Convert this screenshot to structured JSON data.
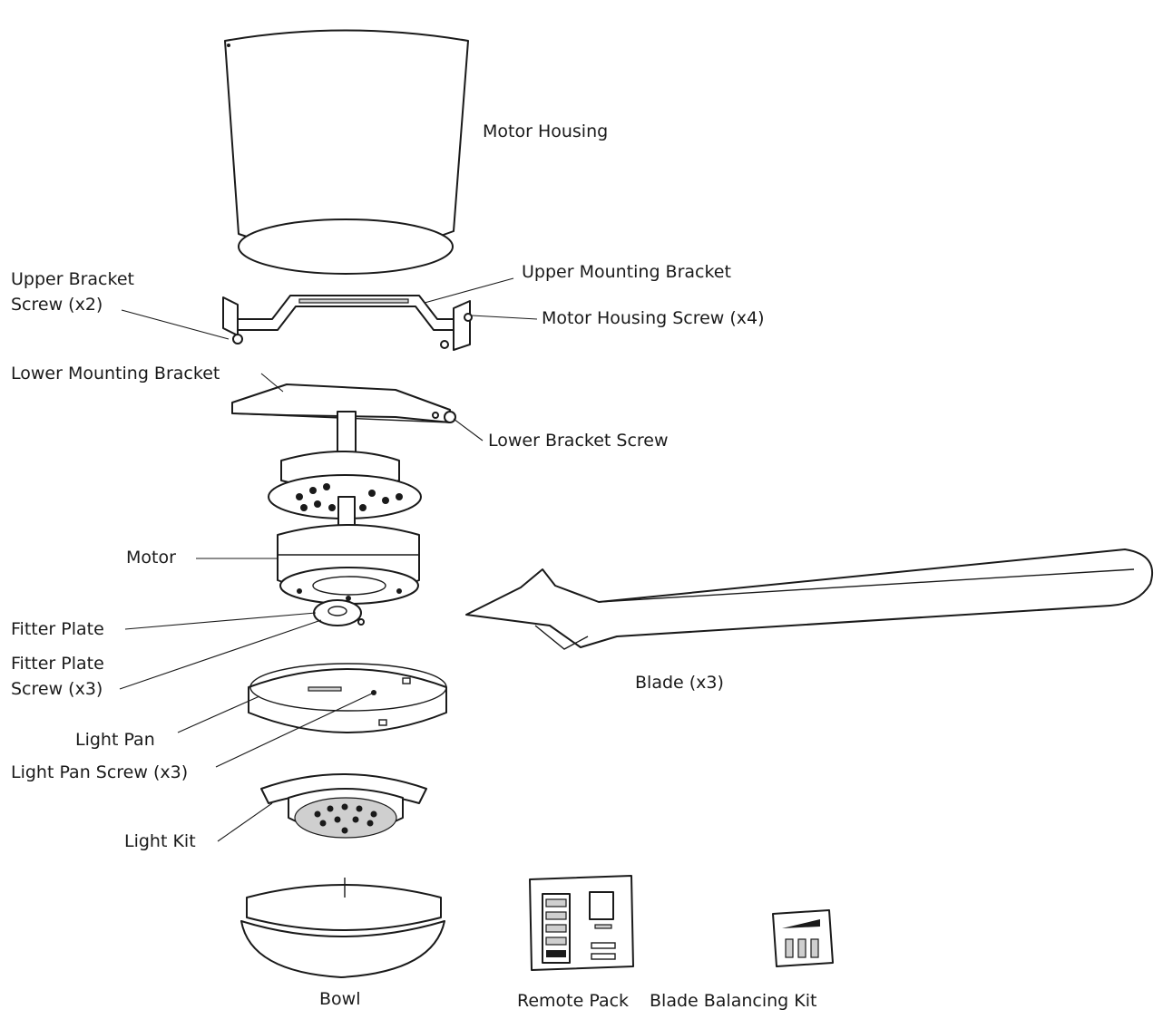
{
  "labels": {
    "motor_housing": "Motor Housing",
    "upper_bracket_screw_line1": "Upper Bracket",
    "upper_bracket_screw_line2": "Screw (x2)",
    "upper_mounting_bracket": "Upper Mounting Bracket",
    "motor_housing_screw": "Motor Housing Screw (x4)",
    "lower_mounting_bracket": "Lower Mounting Bracket",
    "lower_bracket_screw": "Lower Bracket Screw",
    "motor": "Motor",
    "fitter_plate": "Fitter Plate",
    "fitter_plate_screw_line1": "Fitter Plate",
    "fitter_plate_screw_line2": "Screw (x3)",
    "blade": "Blade (x3)",
    "light_pan": "Light Pan",
    "light_pan_screw": "Light Pan Screw (x3)",
    "light_kit": "Light Kit",
    "bowl": "Bowl",
    "remote_pack": "Remote Pack",
    "blade_balancing_kit": "Blade Balancing Kit"
  }
}
